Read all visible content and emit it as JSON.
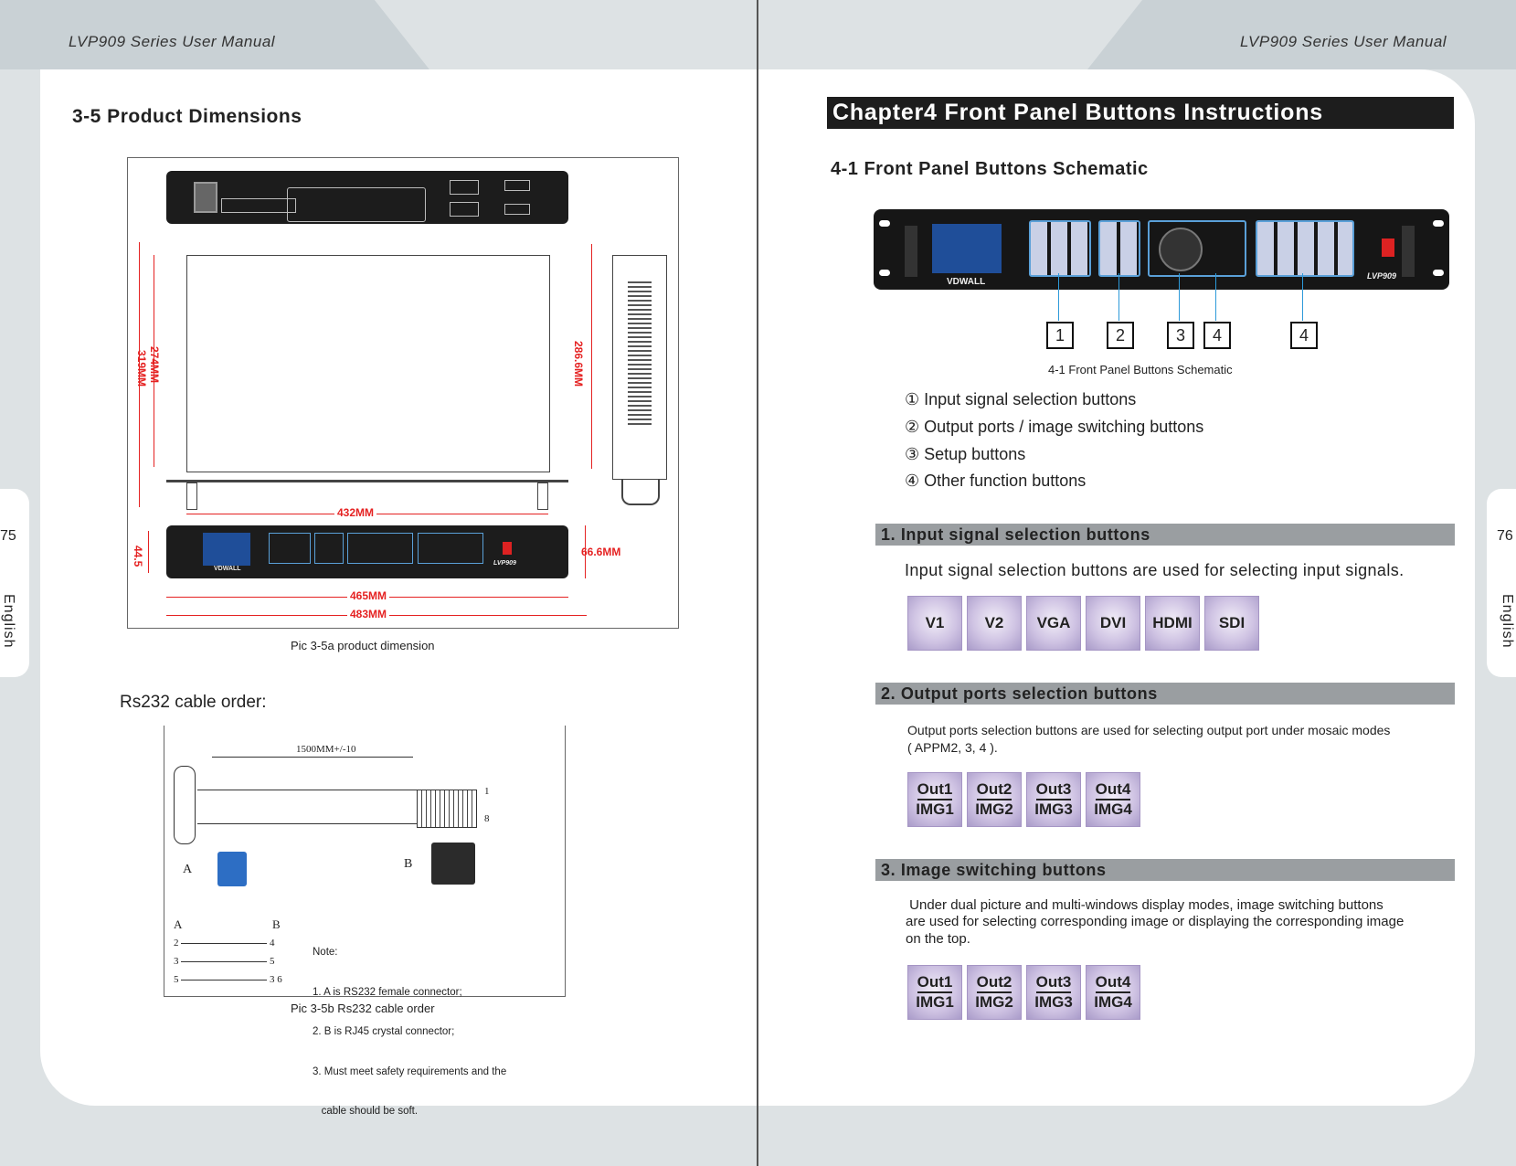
{
  "header": {
    "left_title": "LVP909 Series User Manual",
    "right_title": "LVP909 Series User Manual"
  },
  "left_page": {
    "page_number": "75",
    "language_tab": "English",
    "section_title": "3-5 Product Dimensions",
    "dimensions": {
      "d319": "319MM",
      "d274": "274MM",
      "d286": "286.6MM",
      "d432": "432MM",
      "d44": "44.5",
      "d66": "66.6MM",
      "d465": "465MM",
      "d483": "483MM"
    },
    "device_brand": "VDWALL",
    "device_model": "LVP909",
    "fig_a_caption": "Pic 3-5a  product dimension",
    "rs232_heading": "Rs232 cable order:",
    "cable": {
      "length_label": "1500MM+/-10",
      "connector_a": "A",
      "connector_b": "B",
      "pin_1": "1",
      "pin_8": "8",
      "table_a_header": "A",
      "table_b_header": "B",
      "pairs": [
        {
          "a": "2",
          "b": "4"
        },
        {
          "a": "3",
          "b": "5"
        },
        {
          "a": "5",
          "b": "3 6"
        }
      ],
      "note_title": "Note:",
      "notes": [
        "1. A is RS232 female connector;",
        "2. B is RJ45 crystal connector;",
        "3. Must meet safety requirements and the",
        "   cable should be soft."
      ]
    },
    "fig_b_caption": "Pic 3-5b  Rs232 cable order"
  },
  "right_page": {
    "page_number": "76",
    "language_tab": "English",
    "chapter_title": "Chapter4  Front Panel Buttons Instructions",
    "subsection_title": "4-1  Front Panel Buttons Schematic",
    "panel_brand": "VDWALL",
    "panel_model": "LVP909",
    "callouts": [
      "1",
      "2",
      "3",
      "4",
      "4"
    ],
    "figure_caption": "4-1  Front Panel Buttons Schematic",
    "legend": [
      "① Input signal selection buttons",
      "② Output ports / image switching buttons",
      "③ Setup buttons",
      "④ Other function buttons"
    ],
    "sections": [
      {
        "bar": "1.  Input signal selection buttons",
        "text": "Input signal selection buttons are used for selecting input signals.",
        "buttons": [
          "V1",
          "V2",
          "VGA",
          "DVI",
          "HDMI",
          "SDI"
        ]
      },
      {
        "bar": "2. Output ports selection buttons",
        "text_line1": "Output ports selection buttons are used for selecting output port under mosaic modes",
        "text_line2": "( APPM2, 3, 4 ).",
        "buttons": [
          {
            "top": "Out1",
            "bottom": "IMG1"
          },
          {
            "top": "Out2",
            "bottom": "IMG2"
          },
          {
            "top": "Out3",
            "bottom": "IMG3"
          },
          {
            "top": "Out4",
            "bottom": "IMG4"
          }
        ]
      },
      {
        "bar": "3. Image switching buttons",
        "text_line1": " Under dual picture and multi-windows display modes, image switching buttons",
        "text_line2": "are used for selecting corresponding image or displaying the corresponding image",
        "text_line3": "on the top.",
        "buttons": [
          {
            "top": "Out1",
            "bottom": "IMG1"
          },
          {
            "top": "Out2",
            "bottom": "IMG2"
          },
          {
            "top": "Out3",
            "bottom": "IMG3"
          },
          {
            "top": "Out4",
            "bottom": "IMG4"
          }
        ]
      }
    ]
  }
}
